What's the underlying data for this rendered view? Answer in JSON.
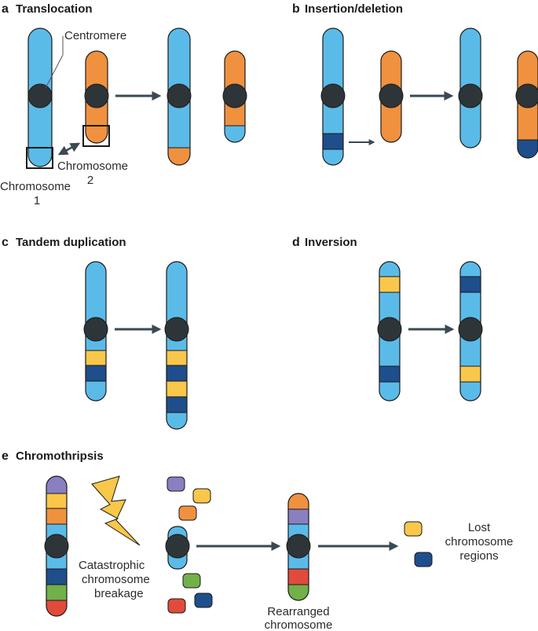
{
  "panels": {
    "a": {
      "letter": "a",
      "title": "Translocation"
    },
    "b": {
      "letter": "b",
      "title": "Insertion/deletion"
    },
    "c": {
      "letter": "c",
      "title": "Tandem duplication"
    },
    "d": {
      "letter": "d",
      "title": "Inversion"
    },
    "e": {
      "letter": "e",
      "title": "Chromothripsis"
    }
  },
  "labels": {
    "centromere": "Centromere",
    "chromosome1_line1": "Chromosome",
    "chromosome1_line2": "1",
    "chromosome2_line1": "Chromosome",
    "chromosome2_line2": "2",
    "breakage_line1": "Catastrophic",
    "breakage_line2": "chromosome",
    "breakage_line3": "breakage",
    "rearranged_line1": "Rearranged",
    "rearranged_line2": "chromosome",
    "lost_line1": "Lost",
    "lost_line2": "chromosome",
    "lost_line3": "regions"
  },
  "colors": {
    "chromosome_blue": "#5bbbe8",
    "chromosome_orange": "#f0913f",
    "yellow": "#f9c74a",
    "dark_blue": "#1f4e8c",
    "purple": "#8a7fc0",
    "green": "#72b04a",
    "red": "#e14b3b",
    "centromere": "#2e3539",
    "arrow": "#3a4a52",
    "outline": "#1a1a1a"
  }
}
